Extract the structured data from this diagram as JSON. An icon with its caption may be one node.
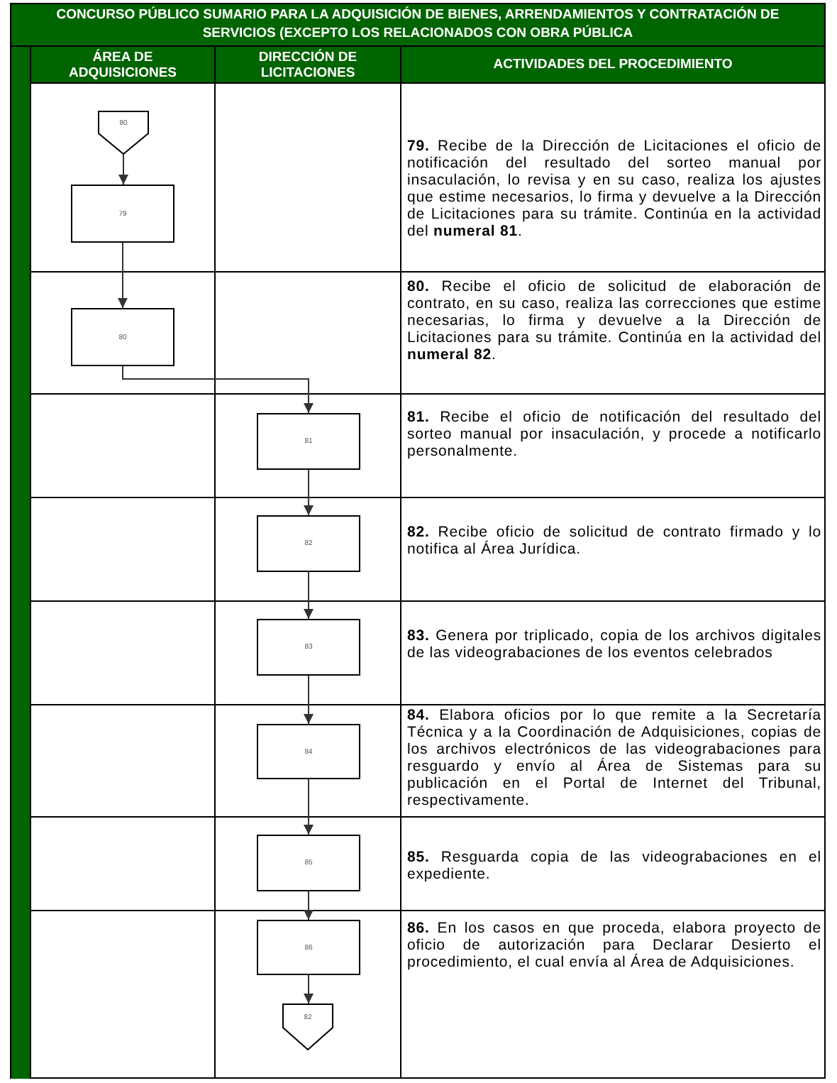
{
  "diagram": {
    "title": "CONCURSO PÚBLICO SUMARIO PARA LA ADQUISICIÓN DE BIENES, ARRENDAMIENTOS Y CONTRATACIÓN DE SERVICIOS (EXCEPTO LOS RELACIONADOS CON OBRA PÚBLICA",
    "nodes": [
      {
        "text": [
          "ÁREA DE ADQUISICIONES"
        ]
      },
      {
        "text": [
          "DIRECCIÓN DE LICITACIONES"
        ]
      },
      {
        "text": [
          "ACTIVIDADES DEL PROCEDIMIENTO"
        ]
      },
      {
        "text": [
          "80"
        ],
        "in": 0
      },
      {
        "text": [
          "79"
        ],
        "in": 0
      },
      {
        "text": [
          "80"
        ],
        "in": 0
      },
      {
        "text": [
          "81"
        ],
        "in": 1
      },
      {
        "text": [
          "82"
        ],
        "in": 1
      },
      {
        "text": [
          "83"
        ],
        "in": 1
      },
      {
        "text": [
          "84"
        ],
        "in": 1
      },
      {
        "text": [
          "85"
        ],
        "in": 1
      },
      {
        "text": [
          "86"
        ],
        "in": 1
      },
      {
        "text": [
          "82"
        ],
        "in": 1
      },
      {
        "text": [
          "**79.** Recibe de la Dirección de Licitaciones el oficio de notificación del resultado del sorteo manual por insaculación, lo revisa y en su caso, realiza los ajustes que estime necesarios, lo firma y devuelve a la Dirección de Licitaciones para su trámite. Continúa en la actividad del **numeral 81**."
        ],
        "in": 2
      },
      {
        "text": [
          "**80.** Recibe el oficio de solicitud de elaboración de contrato, en su caso, realiza las correcciones que estime necesarias, lo firma y devuelve a la Dirección de Licitaciones para su trámite. Continúa en la actividad del **numeral 82**."
        ],
        "in": 2
      },
      {
        "text": [
          "**81.** Recibe el oficio de notificación del resultado del sorteo manual por insaculación, y procede a notificarlo personalmente."
        ],
        "in": 2
      },
      {
        "text": [
          "**82.** Recibe oficio de solicitud de contrato firmado y lo notifica al Área Jurídica."
        ],
        "in": 2
      },
      {
        "text": [
          "**83.** Genera por triplicado, copia de los archivos digitales de las videograbaciones de los eventos celebrados"
        ],
        "in": 2
      },
      {
        "text": [
          "**84.** Elabora oficios por lo que remite a la Secretaría Técnica y a la Coordinación de Adquisiciones, copias de los archivos electrónicos de las videograbaciones para resguardo y envío al Área de Sistemas para su publicación en el Portal de Internet del Tribunal, respectivamente."
        ],
        "in": 2
      },
      {
        "text": [
          "**85.** Resguarda copia de las videograbaciones en el expediente."
        ],
        "in": 2
      },
      {
        "text": [
          "**86.** En los casos en que proceda, elabora proyecto de oficio de autorización para Declarar Desierto el procedimiento, el cual envía al Área de Adquisiciones."
        ],
        "in": 2
      }
    ],
    "edges": [
      {
        "from": 3,
        "to": 4,
        "arrow": "to"
      },
      {
        "from": 4,
        "to": 5,
        "arrow": "to"
      },
      {
        "from": 5,
        "to": 6,
        "arrow": "to"
      },
      {
        "from": 6,
        "to": 7,
        "arrow": "to"
      },
      {
        "from": 7,
        "to": 8,
        "arrow": "to"
      },
      {
        "from": 8,
        "to": 9,
        "arrow": "to"
      },
      {
        "from": 9,
        "to": 10,
        "arrow": "to"
      },
      {
        "from": 10,
        "to": 11,
        "arrow": "to"
      },
      {
        "from": 11,
        "to": 12,
        "arrow": "to"
      }
    ]
  }
}
